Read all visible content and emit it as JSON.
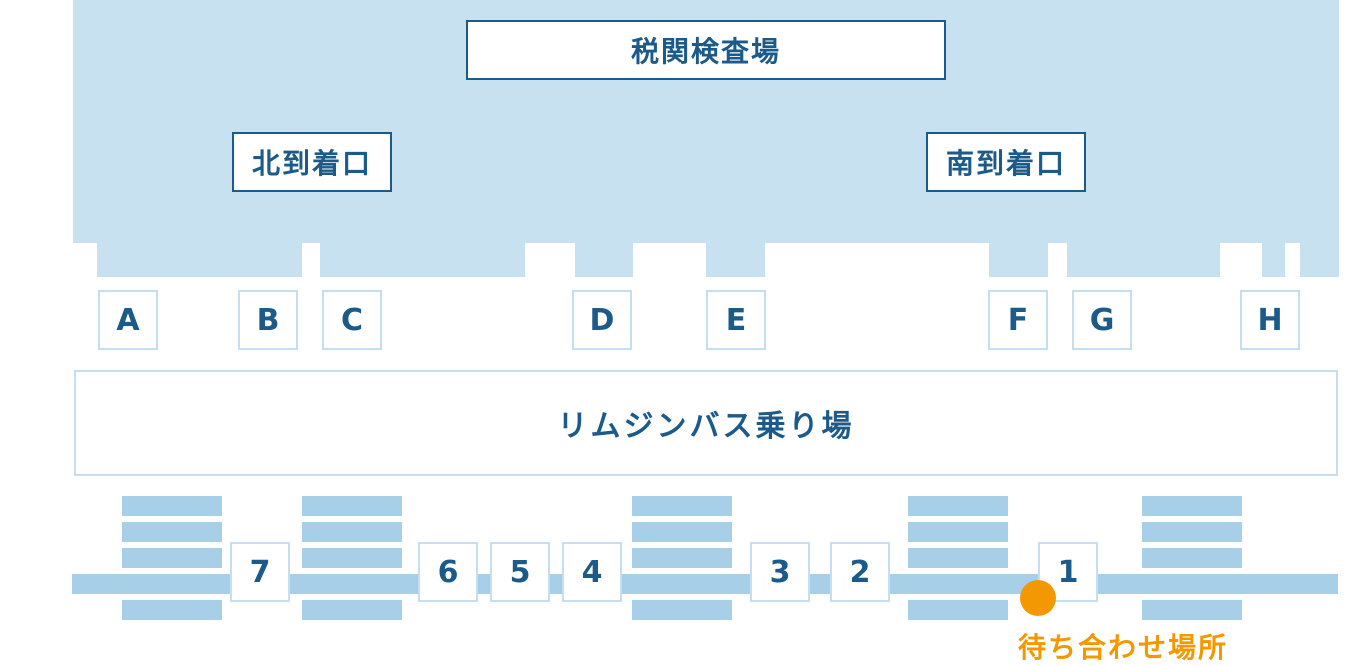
{
  "colors": {
    "terminal": "#c8e1f0",
    "crossing": "#a8cfe8",
    "navy": "#1c5a8a",
    "accent": "#f39800"
  },
  "customs_label": "税関検査場",
  "north_exit_label": "北到着口",
  "south_exit_label": "南到着口",
  "gates": [
    "A",
    "B",
    "C",
    "D",
    "E",
    "F",
    "G",
    "H"
  ],
  "limousine_label": "リムジンバス乗り場",
  "bus_stops": [
    "7",
    "6",
    "5",
    "4",
    "3",
    "2",
    "1"
  ],
  "meeting_point_label": "待ち合わせ場所"
}
